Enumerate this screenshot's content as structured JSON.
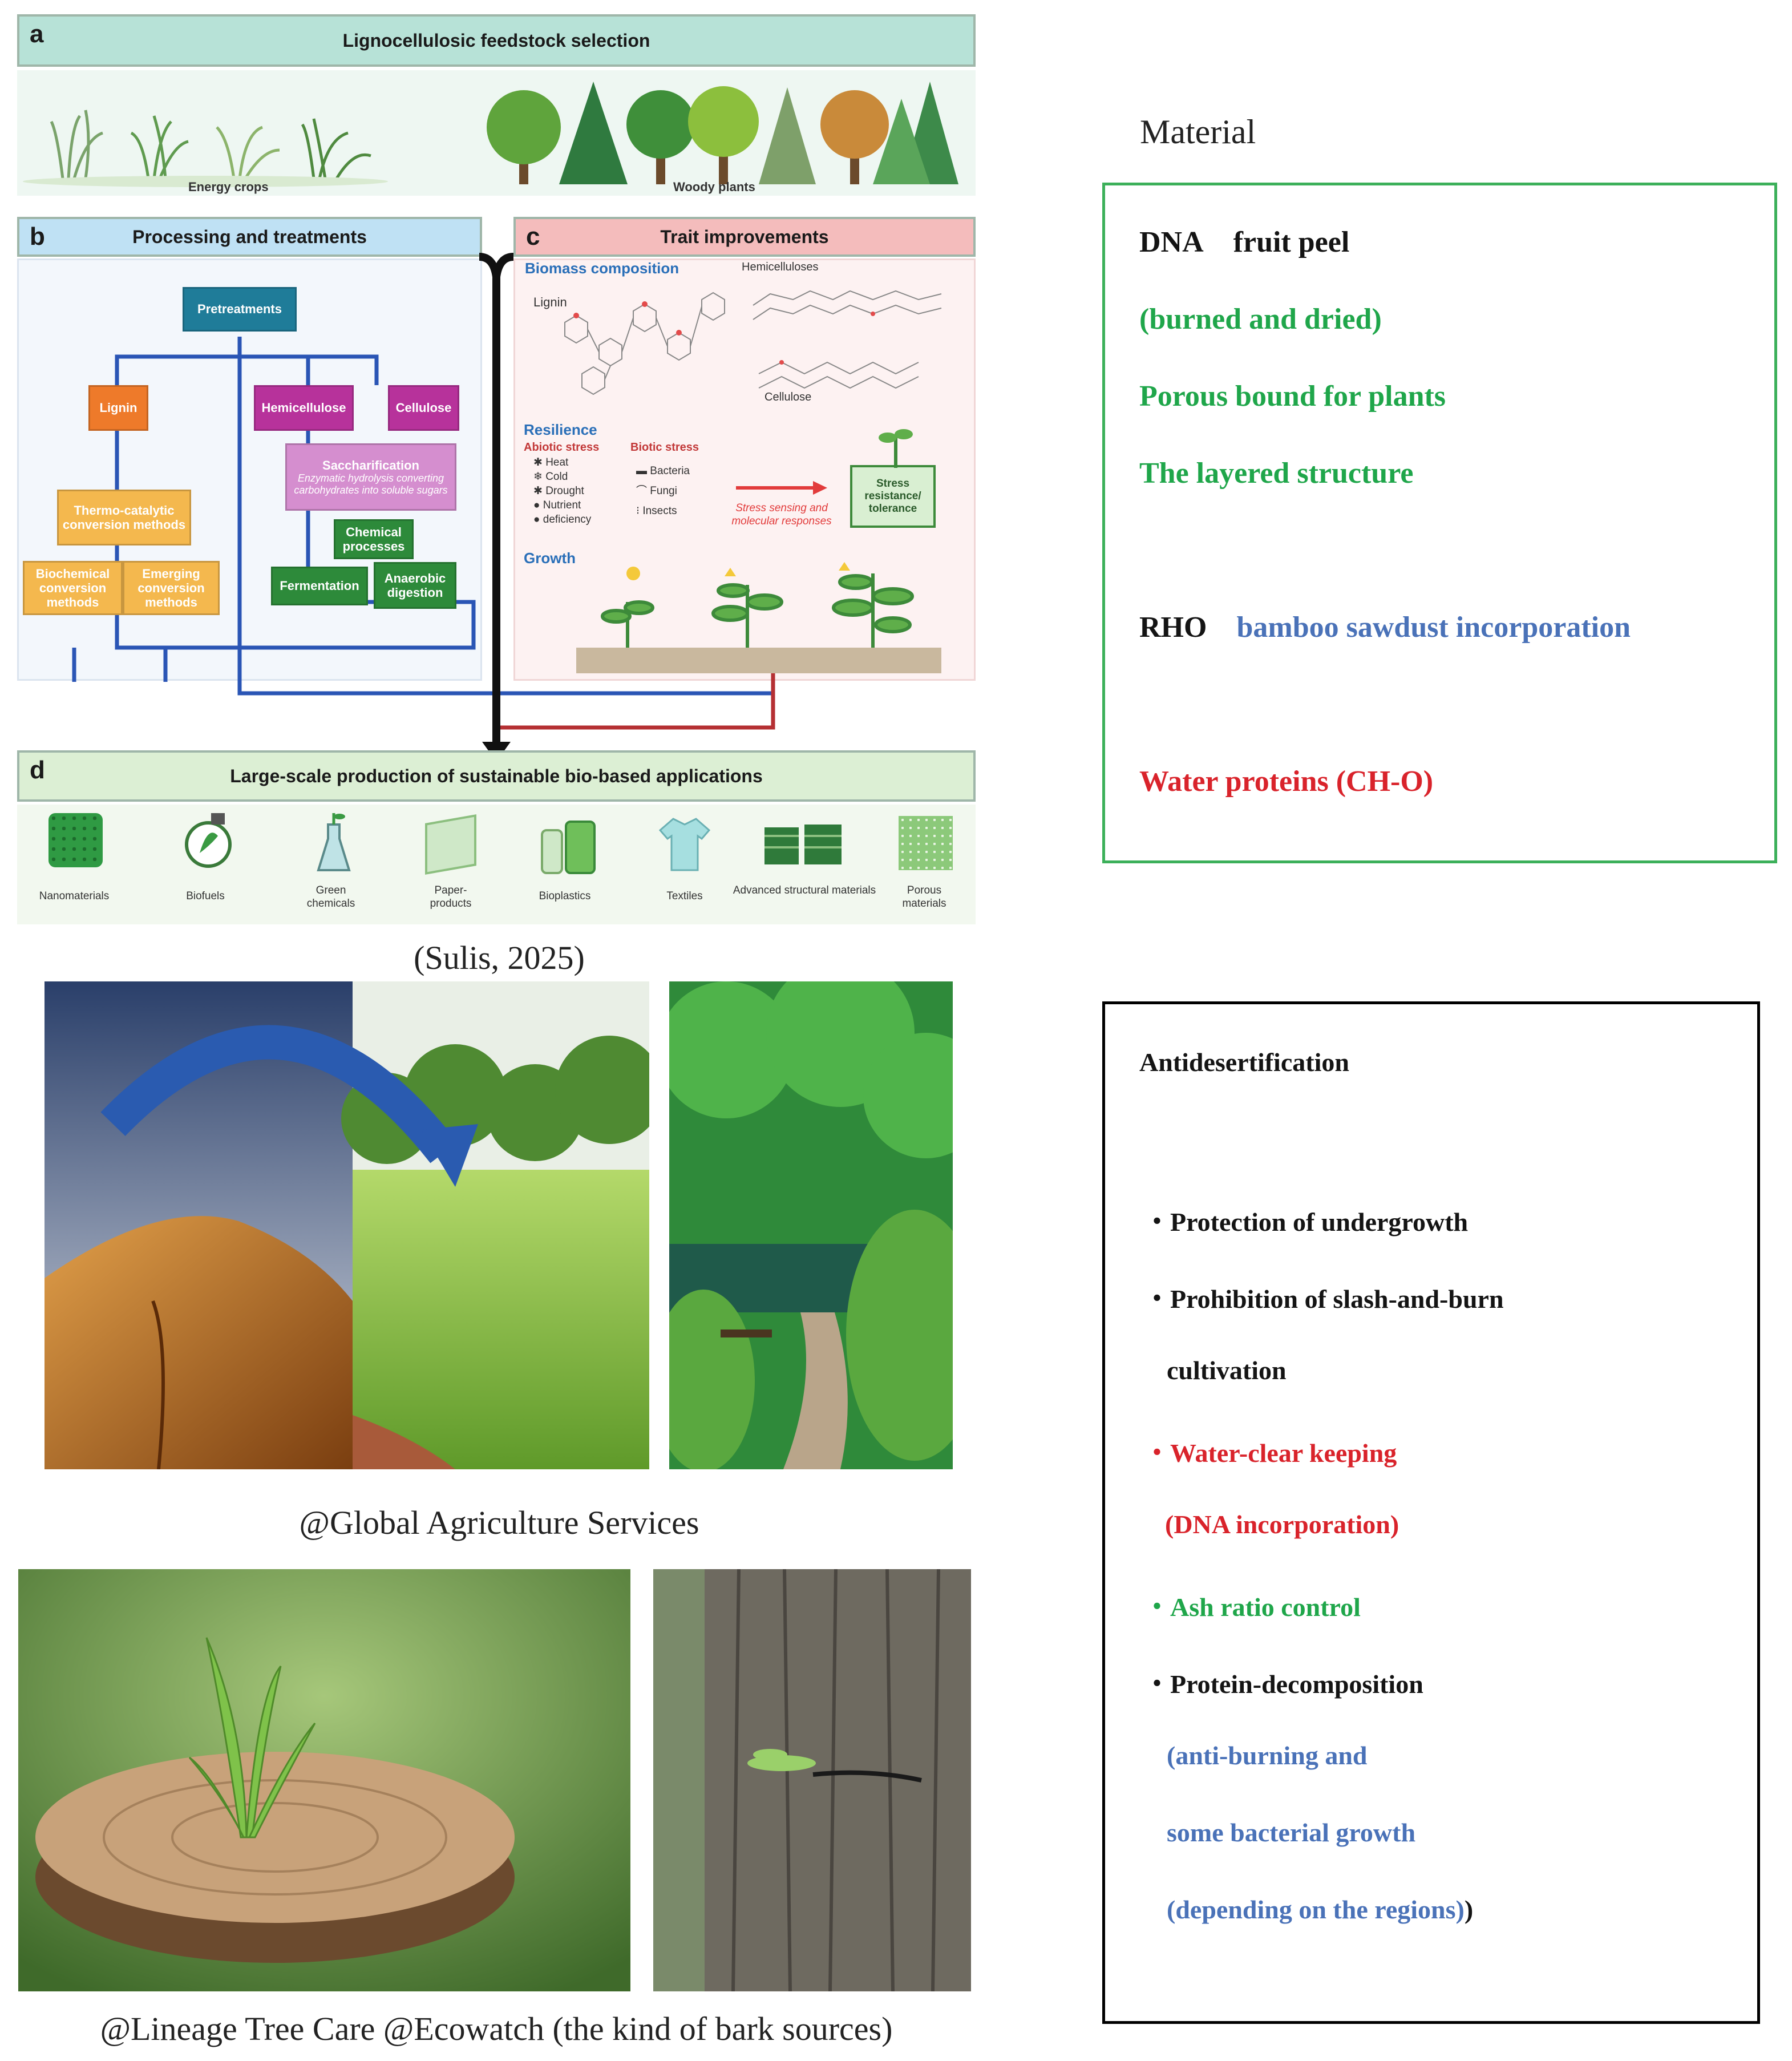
{
  "figure": {
    "panel_a": {
      "letter": "a",
      "title": "Lignocellulosic feedstock selection",
      "labels": {
        "energy_crops": "Energy crops",
        "woody_plants": "Woody plants"
      }
    },
    "panel_b": {
      "letter": "b",
      "title": "Processing and treatments",
      "nodes": {
        "pretreatments": "Pretreatments",
        "lignin": "Lignin",
        "hemicellulose": "Hemicellulose",
        "cellulose": "Cellulose",
        "saccharification": "Saccharification",
        "saccharification_sub": "Enzymatic hydrolysis converting carbohydrates into soluble sugars",
        "thermo": "Thermo-catalytic conversion methods",
        "chemical": "Chemical processes",
        "biochemical": "Biochemical conversion methods",
        "emerging": "Emerging conversion methods",
        "fermentation": "Fermentation",
        "anaerobic": "Anaerobic digestion"
      }
    },
    "panel_c": {
      "letter": "c",
      "title": "Trait improvements",
      "biomass_composition": "Biomass composition",
      "lignin": "Lignin",
      "hemicelluloses": "Hemicelluloses",
      "cellulose": "Cellulose",
      "resilience": "Resilience",
      "abiotic_stress": "Abiotic stress",
      "abiotic_items": [
        "Heat",
        "Cold",
        "Drought",
        "Nutrient",
        "deficiency"
      ],
      "biotic_stress": "Biotic stress",
      "biotic_items": [
        "Bacteria",
        "Fungi",
        "Insects"
      ],
      "stress_sensing": "Stress sensing and molecular responses",
      "stress_resistance": "Stress resistance/ tolerance",
      "growth": "Growth"
    },
    "panel_d": {
      "letter": "d",
      "title": "Large-scale production of sustainable bio-based applications",
      "products": [
        "Nanomaterials",
        "Biofuels",
        "Green chemicals",
        "Paper-products",
        "Bioplastics",
        "Textiles",
        "Advanced structural materials",
        "Porous materials"
      ]
    }
  },
  "captions": {
    "sulis": "(Sulis, 2025)",
    "global_agriculture": "@Global Agriculture Services",
    "lineage": "@Lineage Tree Care @Ecowatch (the kind of bark sources)"
  },
  "material": {
    "heading": "Material",
    "dna_label": "DNA",
    "dna_value": "fruit peel",
    "burned": "(burned and dried)",
    "porous": "Porous bound for plants",
    "layered": "The layered structure",
    "rho_label": "RHO",
    "rho_value": "bamboo sawdust incorporation",
    "water": "Water proteins (CH-O)"
  },
  "antidesertification": {
    "heading": "Antidesertification",
    "lines": [
      "・Protection of undergrowth",
      "・Prohibition of slash-and-burn",
      "cultivation",
      "・Water-clear keeping",
      "(DNA incorporation)",
      "・Ash ratio control",
      "・Protein-decomposition",
      "(anti-burning and",
      "some bacterial growth",
      "(depending on the regions)",
      ")"
    ]
  },
  "colors": {
    "green": "#1fa64a",
    "blue": "#4a72b8",
    "red": "#d9232b",
    "box_green": "#3cb05a",
    "box_black": "#000000"
  },
  "icons": [
    "tree-icon",
    "grass-icon",
    "plant-seedling-icon",
    "nanomaterial-icon",
    "fuel-pump-icon",
    "flask-icon",
    "paper-box-icon",
    "bottle-icon",
    "tshirt-icon",
    "block-icon",
    "sponge-icon"
  ]
}
